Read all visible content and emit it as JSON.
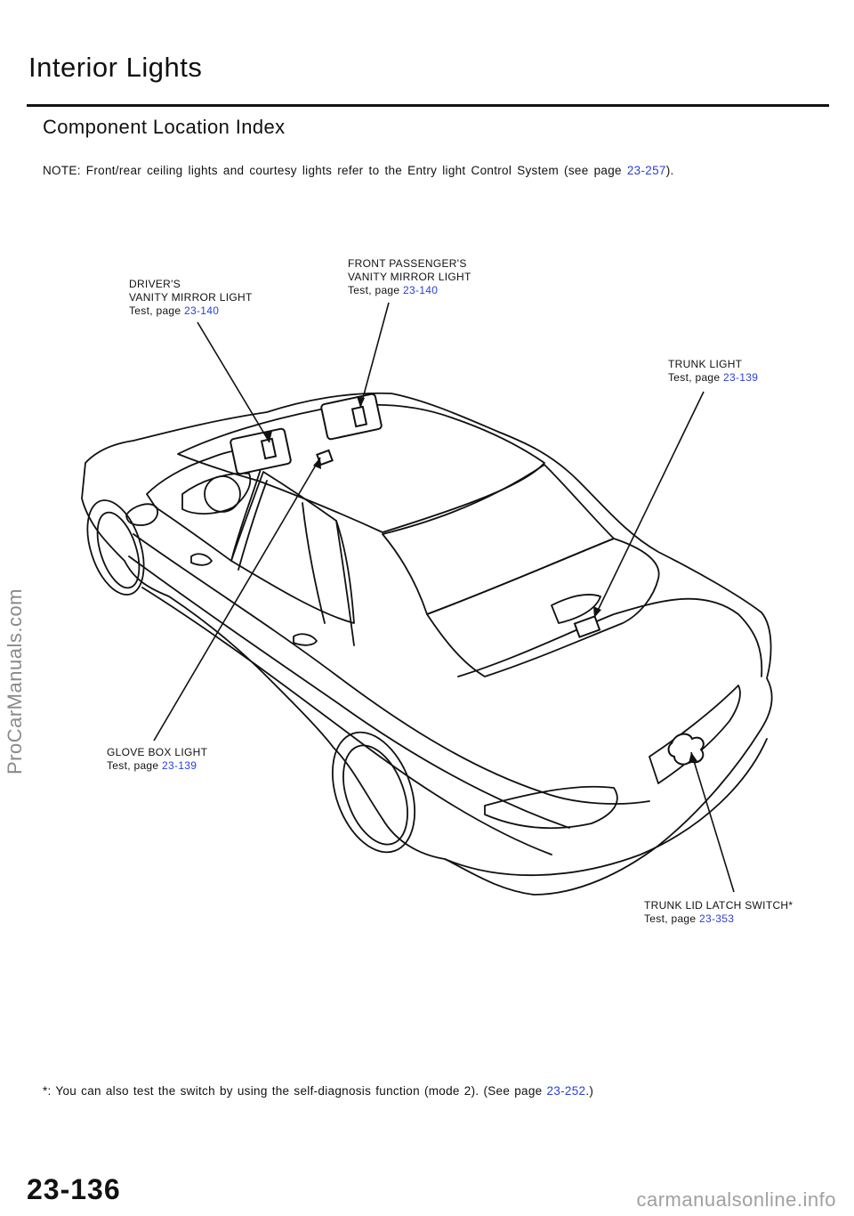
{
  "header": {
    "title": "Interior Lights",
    "subtitle": "Component Location Index"
  },
  "note": {
    "text": "NOTE: Front/rear ceiling lights and courtesy lights refer to the Entry light Control System (see page ",
    "link": "23-257",
    "suffix": ")."
  },
  "callouts": {
    "drivers_mirror": {
      "line1": "DRIVER'S",
      "line2": "VANITY MIRROR LIGHT",
      "test": "Test, page ",
      "page": "23-140"
    },
    "passenger_mirror": {
      "line1": "FRONT PASSENGER'S",
      "line2": "VANITY MIRROR LIGHT",
      "test": "Test, page ",
      "page": "23-140"
    },
    "trunk_light": {
      "line1": "TRUNK LIGHT",
      "test": "Test, page ",
      "page": "23-139"
    },
    "glove_box": {
      "line1": "GLOVE BOX LIGHT",
      "test": "Test, page ",
      "page": "23-139"
    },
    "trunk_latch": {
      "line1": "TRUNK LID LATCH SWITCH*",
      "test": "Test, page ",
      "page": "23-353"
    }
  },
  "footnote": {
    "text": "*: You can also test the switch by using the self-diagnosis function (mode 2). (See page ",
    "link": "23-252",
    "suffix": ".)"
  },
  "page_number": "23-136",
  "watermarks": {
    "left": "ProCarManuals.com",
    "bottom": "carmanualsonline.info"
  },
  "colors": {
    "link": "#2a3fd8",
    "text": "#111111"
  }
}
